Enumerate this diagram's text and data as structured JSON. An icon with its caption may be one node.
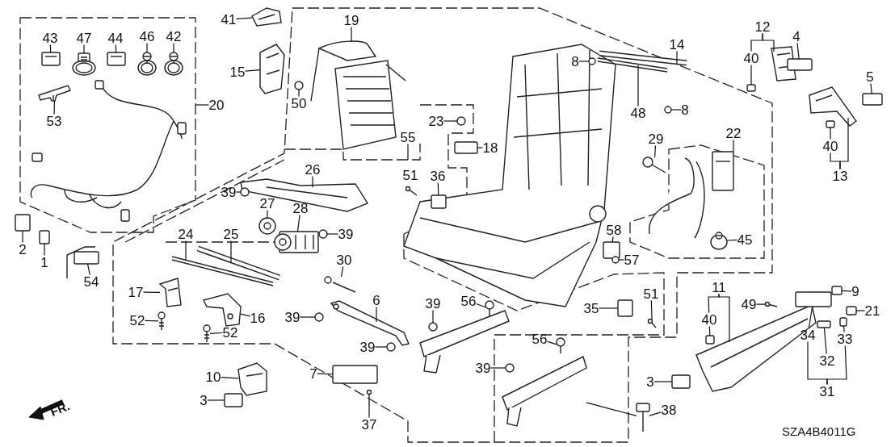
{
  "diagram": {
    "nodes": [
      {
        "text": [
          "41"
        ]
      },
      {
        "text": [
          "19"
        ]
      },
      {
        "text": [
          "12"
        ]
      },
      {
        "text": [
          "4"
        ]
      },
      {
        "text": [
          "43"
        ]
      },
      {
        "text": [
          "47"
        ]
      },
      {
        "text": [
          "44"
        ]
      },
      {
        "text": [
          "46"
        ]
      },
      {
        "text": [
          "42"
        ]
      },
      {
        "text": [
          "14"
        ]
      },
      {
        "text": [
          "40"
        ]
      },
      {
        "text": [
          "8"
        ]
      },
      {
        "text": [
          "15"
        ]
      },
      {
        "text": [
          "5"
        ]
      },
      {
        "text": [
          "20"
        ]
      },
      {
        "text": [
          "50"
        ]
      },
      {
        "text": [
          "8"
        ]
      },
      {
        "text": [
          "48"
        ]
      },
      {
        "text": [
          "53"
        ]
      },
      {
        "text": [
          "23"
        ]
      },
      {
        "text": [
          "22"
        ]
      },
      {
        "text": [
          "55"
        ]
      },
      {
        "text": [
          "29"
        ]
      },
      {
        "text": [
          "40"
        ]
      },
      {
        "text": [
          "18"
        ]
      },
      {
        "text": [
          "26"
        ]
      },
      {
        "text": [
          "13"
        ]
      },
      {
        "text": [
          "36"
        ]
      },
      {
        "text": [
          "39"
        ]
      },
      {
        "text": [
          "27"
        ]
      },
      {
        "text": [
          "28"
        ]
      },
      {
        "text": [
          "39"
        ]
      },
      {
        "text": [
          "58"
        ]
      },
      {
        "text": [
          "24"
        ]
      },
      {
        "text": [
          "25"
        ]
      },
      {
        "text": [
          "45"
        ]
      },
      {
        "text": [
          "2"
        ]
      },
      {
        "text": [
          "1"
        ]
      },
      {
        "text": [
          "57"
        ]
      },
      {
        "text": [
          "30"
        ]
      },
      {
        "text": [
          "54"
        ]
      },
      {
        "text": [
          "11"
        ]
      },
      {
        "text": [
          "9"
        ]
      },
      {
        "text": [
          "17"
        ]
      },
      {
        "text": [
          "51"
        ]
      },
      {
        "text": [
          "6"
        ]
      },
      {
        "text": [
          "56"
        ]
      },
      {
        "text": [
          "39"
        ]
      },
      {
        "text": [
          "49"
        ]
      },
      {
        "text": [
          "35"
        ]
      },
      {
        "text": [
          "21"
        ]
      },
      {
        "text": [
          "39"
        ]
      },
      {
        "text": [
          "40"
        ]
      },
      {
        "text": [
          "52"
        ]
      },
      {
        "text": [
          "16"
        ]
      },
      {
        "text": [
          "52"
        ]
      },
      {
        "text": [
          "34"
        ]
      },
      {
        "text": [
          "33"
        ]
      },
      {
        "text": [
          "56"
        ]
      },
      {
        "text": [
          "39"
        ]
      },
      {
        "text": [
          "32"
        ]
      },
      {
        "text": [
          "39"
        ]
      },
      {
        "text": [
          "7"
        ]
      },
      {
        "text": [
          "10"
        ]
      },
      {
        "text": [
          "3"
        ]
      },
      {
        "text": [
          "31"
        ]
      },
      {
        "text": [
          "3"
        ]
      },
      {
        "text": [
          "38"
        ]
      },
      {
        "text": [
          "37"
        ]
      },
      {
        "text": [],
        "shape": "picture"
      },
      {
        "text": [],
        "shape": "picture"
      },
      {
        "text": [],
        "shape": "picture"
      },
      {
        "text": [],
        "shape": "box"
      },
      {
        "text": [],
        "shape": "picture"
      },
      {
        "text": [],
        "shape": "picture"
      },
      {
        "text": [],
        "shape": "picture"
      },
      {
        "text": [],
        "shape": "picture"
      },
      {
        "text": [],
        "shape": "picture"
      },
      {
        "text": [],
        "shape": "box"
      },
      {
        "text": [],
        "shape": "circle"
      },
      {
        "text": [],
        "shape": "picture"
      },
      {
        "text": [],
        "shape": "box"
      },
      {
        "text": [],
        "shape": "circle"
      },
      {
        "text": [],
        "shape": "circle"
      },
      {
        "text": [],
        "shape": "picture"
      },
      {
        "text": [],
        "shape": "picture"
      },
      {
        "text": [],
        "shape": "circle"
      },
      {
        "text": [],
        "shape": "picture"
      },
      {
        "text": [],
        "shape": "box"
      },
      {
        "text": [],
        "shape": "box"
      },
      {
        "text": [],
        "shape": "picture"
      },
      {
        "text": [],
        "shape": "picture"
      },
      {
        "text": [],
        "shape": "box"
      },
      {
        "text": [],
        "shape": "circle"
      },
      {
        "text": [],
        "shape": "picture"
      },
      {
        "text": [],
        "shape": "picture"
      },
      {
        "text": [],
        "shape": "circle"
      },
      {
        "text": [],
        "shape": "box"
      },
      {
        "text": [],
        "shape": "picture"
      },
      {
        "text": [],
        "shape": "picture"
      },
      {
        "text": [],
        "shape": "picture"
      },
      {
        "text": [],
        "shape": "box"
      },
      {
        "text": [],
        "shape": "box"
      },
      {
        "text": [],
        "shape": "circle"
      },
      {
        "text": [],
        "shape": "picture"
      },
      {
        "text": [],
        "shape": "box"
      },
      {
        "text": [],
        "shape": "picture"
      },
      {
        "text": [],
        "shape": "box"
      },
      {
        "text": [],
        "shape": "picture"
      },
      {
        "text": [],
        "shape": "picture"
      },
      {
        "text": [],
        "shape": "picture"
      },
      {
        "text": [],
        "shape": "picture"
      },
      {
        "text": [],
        "shape": "circle"
      },
      {
        "text": [],
        "shape": "picture"
      },
      {
        "text": [],
        "shape": "box"
      },
      {
        "text": [],
        "shape": "box"
      },
      {
        "text": [],
        "shape": "circle"
      },
      {
        "text": [],
        "shape": "box"
      },
      {
        "text": [],
        "shape": "picture"
      },
      {
        "text": [],
        "shape": "picture"
      },
      {
        "text": [],
        "shape": "picture"
      },
      {
        "text": [],
        "shape": "box"
      },
      {
        "text": [],
        "shape": "box"
      },
      {
        "text": [],
        "shape": "picture"
      },
      {
        "text": [],
        "shape": "circle"
      },
      {
        "text": [],
        "shape": "box"
      },
      {
        "text": [],
        "shape": "circle"
      },
      {
        "text": [],
        "shape": "box"
      },
      {
        "text": [],
        "shape": "picture"
      },
      {
        "text": [],
        "shape": "box"
      },
      {
        "text": [],
        "shape": "box"
      },
      {
        "text": [],
        "shape": "picture"
      },
      {
        "text": [],
        "shape": "picture"
      },
      {
        "text": [],
        "shape": "picture"
      }
    ],
    "edges": [
      {
        "from": 0,
        "to": 69,
        "arrow": "none"
      },
      {
        "from": 1,
        "to": 70,
        "arrow": "none"
      },
      {
        "from": 2,
        "to": 71,
        "arrow": "none"
      },
      {
        "from": 2,
        "to": 10,
        "arrow": "none"
      },
      {
        "from": 3,
        "to": 72,
        "arrow": "none"
      },
      {
        "from": 4,
        "to": 73,
        "arrow": "none"
      },
      {
        "from": 5,
        "to": 74,
        "arrow": "none"
      },
      {
        "from": 6,
        "to": 75,
        "arrow": "none"
      },
      {
        "from": 7,
        "to": 76,
        "arrow": "none"
      },
      {
        "from": 8,
        "to": 77,
        "arrow": "none"
      },
      {
        "from": 9,
        "to": null,
        "arrow": "none"
      },
      {
        "from": 10,
        "to": 78,
        "arrow": "none"
      },
      {
        "from": 11,
        "to": 79,
        "arrow": "none"
      },
      {
        "from": 12,
        "to": 80,
        "arrow": "none"
      },
      {
        "from": 13,
        "to": 81,
        "arrow": "none"
      },
      {
        "from": 14,
        "to": null,
        "arrow": "none"
      },
      {
        "from": 15,
        "to": 82,
        "arrow": "none"
      },
      {
        "from": 16,
        "to": 83,
        "arrow": "none"
      },
      {
        "from": 17,
        "to": 84,
        "arrow": "none"
      },
      {
        "from": 18,
        "to": 85,
        "arrow": "none"
      },
      {
        "from": 19,
        "to": 86,
        "arrow": "none"
      },
      {
        "from": 20,
        "to": null,
        "arrow": "none"
      },
      {
        "from": 21,
        "to": null,
        "arrow": "none"
      },
      {
        "from": 22,
        "to": 87,
        "arrow": "none"
      },
      {
        "from": 23,
        "to": 88,
        "arrow": "none"
      },
      {
        "from": 24,
        "to": 89,
        "arrow": "none"
      },
      {
        "from": 25,
        "to": 90,
        "arrow": "none"
      },
      {
        "from": 26,
        "to": 91,
        "arrow": "none"
      },
      {
        "from": 26,
        "to": 23,
        "arrow": "none"
      },
      {
        "from": 27,
        "to": 92,
        "arrow": "none"
      },
      {
        "from": 28,
        "to": 93,
        "arrow": "none"
      },
      {
        "from": 29,
        "to": 94,
        "arrow": "none"
      },
      {
        "from": 30,
        "to": 95,
        "arrow": "none"
      },
      {
        "from": 31,
        "to": 96,
        "arrow": "none"
      },
      {
        "from": 32,
        "to": 97,
        "arrow": "none"
      },
      {
        "from": 33,
        "to": 98,
        "arrow": "none"
      },
      {
        "from": 34,
        "to": 99,
        "arrow": "none"
      },
      {
        "from": 35,
        "to": 100,
        "arrow": "none"
      },
      {
        "from": 36,
        "to": 101,
        "arrow": "none"
      },
      {
        "from": 37,
        "to": 102,
        "arrow": "none"
      },
      {
        "from": 38,
        "to": 103,
        "arrow": "none"
      },
      {
        "from": 39,
        "to": 104,
        "arrow": "none"
      },
      {
        "from": 40,
        "to": 105,
        "arrow": "none"
      },
      {
        "from": 41,
        "to": 106,
        "arrow": "none"
      },
      {
        "from": 41,
        "to": 52,
        "arrow": "none"
      },
      {
        "from": 42,
        "to": 107,
        "arrow": "none"
      },
      {
        "from": 43,
        "to": 108,
        "arrow": "none"
      },
      {
        "from": 44,
        "to": 109,
        "arrow": "none"
      },
      {
        "from": 45,
        "to": 110,
        "arrow": "none"
      },
      {
        "from": 46,
        "to": 111,
        "arrow": "none"
      },
      {
        "from": 47,
        "to": 112,
        "arrow": "none"
      },
      {
        "from": 48,
        "to": 113,
        "arrow": "none"
      },
      {
        "from": 49,
        "to": 114,
        "arrow": "none"
      },
      {
        "from": 50,
        "to": 115,
        "arrow": "none"
      },
      {
        "from": 51,
        "to": 116,
        "arrow": "none"
      },
      {
        "from": 52,
        "to": 117,
        "arrow": "none"
      },
      {
        "from": 53,
        "to": 118,
        "arrow": "none"
      },
      {
        "from": 54,
        "to": 119,
        "arrow": "none"
      },
      {
        "from": 55,
        "to": 120,
        "arrow": "none"
      },
      {
        "from": 56,
        "to": 121,
        "arrow": "none"
      },
      {
        "from": 57,
        "to": 122,
        "arrow": "none"
      },
      {
        "from": 58,
        "to": 123,
        "arrow": "none"
      },
      {
        "from": 59,
        "to": 124,
        "arrow": "none"
      },
      {
        "from": 60,
        "to": 125,
        "arrow": "none"
      },
      {
        "from": 61,
        "to": 126,
        "arrow": "none"
      },
      {
        "from": 62,
        "to": 127,
        "arrow": "none"
      },
      {
        "from": 63,
        "to": 128,
        "arrow": "none"
      },
      {
        "from": 64,
        "to": 129,
        "arrow": "none"
      },
      {
        "from": 65,
        "to": 56,
        "arrow": "none"
      },
      {
        "from": 65,
        "to": 57,
        "arrow": "none"
      },
      {
        "from": 66,
        "to": 130,
        "arrow": "none"
      },
      {
        "from": 67,
        "to": 131,
        "arrow": "none"
      },
      {
        "from": 68,
        "to": 132,
        "arrow": "none"
      },
      {
        "from": 133,
        "to": 131,
        "arrow": "none"
      }
    ],
    "labels": [
      "51",
      "FR.",
      "SZA4B4011G"
    ]
  }
}
